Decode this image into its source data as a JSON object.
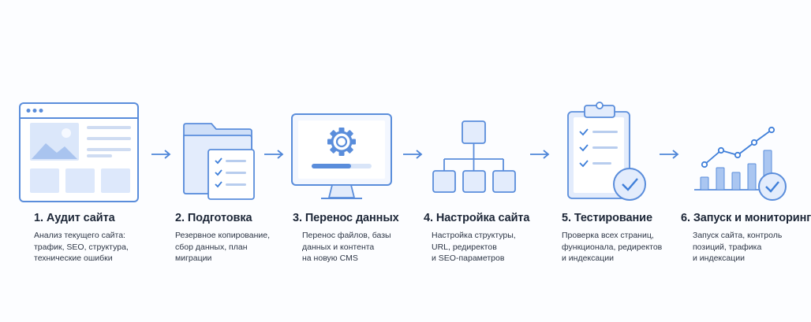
{
  "steps": [
    {
      "title": "1. Аудит сайта",
      "desc": "Анализ текущего сайта:\nтрафик, SEO, структура,\nтехнические ошибки",
      "icon": "browser-window-icon"
    },
    {
      "title": "2. Подготовка",
      "desc": "Резервное копирование,\nсбор данных, план\nмиграции",
      "icon": "folder-checklist-icon"
    },
    {
      "title": "3. Перенос данных",
      "desc": "Перенос файлов, базы\nданных и контента\nна новую CMS",
      "icon": "monitor-gear-icon"
    },
    {
      "title": "4. Настройка сайта",
      "desc": "Настройка структуры,\nURL, редиректов\nи SEO-параметров",
      "icon": "sitemap-icon"
    },
    {
      "title": "5. Тестирование",
      "desc": "Проверка всех страниц,\nфункционала, редиректов\nи индексации",
      "icon": "clipboard-check-icon"
    },
    {
      "title": "6. Запуск и мониторинг",
      "desc": "Запуск сайта, контроль\nпозиций, трафика\nи индексации",
      "icon": "growth-chart-icon"
    }
  ],
  "colors": {
    "stroke": "#5a8ddb",
    "fill_light": "#e8f0fd",
    "fill_mid": "#cfdff8",
    "accent": "#3f7fd9"
  }
}
